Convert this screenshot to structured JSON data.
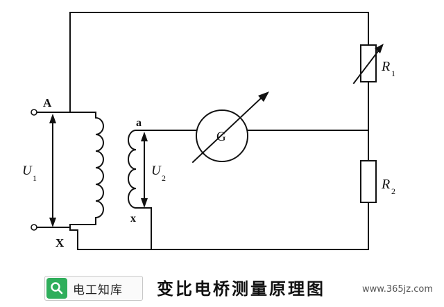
{
  "diagram": {
    "labels": {
      "terminal_A": "A",
      "terminal_X": "X",
      "terminal_a": "a",
      "terminal_x": "x",
      "voltage_U1": "U",
      "voltage_U1_sub": "1",
      "voltage_U2": "U",
      "voltage_U2_sub": "2",
      "galvanometer": "G",
      "resistor_R1": "R",
      "resistor_R1_sub": "1",
      "resistor_R2": "R",
      "resistor_R2_sub": "2"
    }
  },
  "footer": {
    "brand_label": "电工知库",
    "brand_icon": "search-icon",
    "caption": "变比电桥测量原理图",
    "watermark": "www.365jz.com"
  },
  "colors": {
    "line": "#111111",
    "brand_icon_bg": "#2fae5b"
  }
}
